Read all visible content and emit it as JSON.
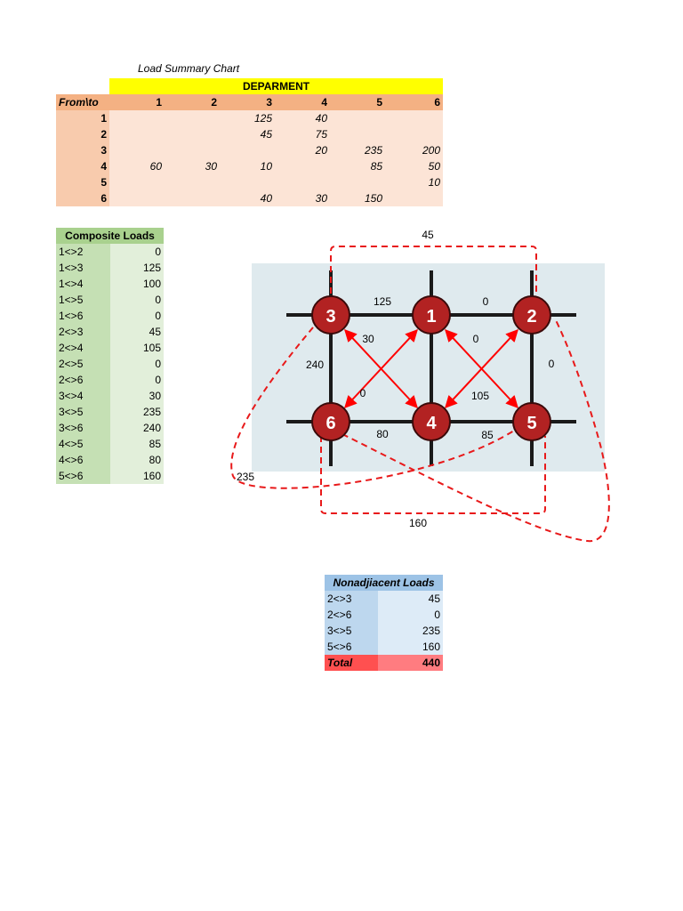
{
  "load_summary": {
    "title": "Load Summary Chart",
    "dept_header": "DEPARMENT",
    "from_to_label": "From\\to",
    "columns": [
      "1",
      "2",
      "3",
      "4",
      "5",
      "6"
    ],
    "rows": [
      {
        "label": "1",
        "cells": [
          "",
          "",
          "125",
          "40",
          "",
          ""
        ]
      },
      {
        "label": "2",
        "cells": [
          "",
          "",
          "45",
          "75",
          "",
          ""
        ]
      },
      {
        "label": "3",
        "cells": [
          "",
          "",
          "",
          "20",
          "235",
          "200"
        ]
      },
      {
        "label": "4",
        "cells": [
          "60",
          "30",
          "10",
          "",
          "85",
          "50"
        ]
      },
      {
        "label": "5",
        "cells": [
          "",
          "",
          "",
          "",
          "",
          "10"
        ]
      },
      {
        "label": "6",
        "cells": [
          "",
          "",
          "40",
          "30",
          "150",
          ""
        ]
      }
    ]
  },
  "composite_loads": {
    "title": "Composite Loads",
    "rows": [
      {
        "pair": "1<>2",
        "value": "0"
      },
      {
        "pair": "1<>3",
        "value": "125"
      },
      {
        "pair": "1<>4",
        "value": "100"
      },
      {
        "pair": "1<>5",
        "value": "0"
      },
      {
        "pair": "1<>6",
        "value": "0"
      },
      {
        "pair": "2<>3",
        "value": "45"
      },
      {
        "pair": "2<>4",
        "value": "105"
      },
      {
        "pair": "2<>5",
        "value": "0"
      },
      {
        "pair": "2<>6",
        "value": "0"
      },
      {
        "pair": "3<>4",
        "value": "30"
      },
      {
        "pair": "3<>5",
        "value": "235"
      },
      {
        "pair": "3<>6",
        "value": "240"
      },
      {
        "pair": "4<>5",
        "value": "85"
      },
      {
        "pair": "4<>6",
        "value": "80"
      },
      {
        "pair": "5<>6",
        "value": "160"
      }
    ]
  },
  "layout_diagram": {
    "nodes": [
      "3",
      "1",
      "2",
      "6",
      "4",
      "5"
    ],
    "labels": {
      "top_dashed": "45",
      "edge_3_1": "125",
      "edge_1_2": "0",
      "diag_3_4": "30",
      "diag_6_1": "0",
      "diag_1_5_top": "0",
      "diag_2_4": "105",
      "edge_3_6": "240",
      "edge_2_5": "0",
      "edge_6_4": "80",
      "edge_4_5": "85",
      "curve_3_5": "235",
      "bottom_dashed": "160"
    },
    "colors": {
      "node_fill": "#b22222",
      "arrow": "#ff0000",
      "dashed": "#e8191a",
      "panel": "#dfeaee"
    }
  },
  "nonadjacent_loads": {
    "title": "Nonadjiacent Loads",
    "rows": [
      {
        "pair": "2<>3",
        "value": "45"
      },
      {
        "pair": "2<>6",
        "value": "0"
      },
      {
        "pair": "3<>5",
        "value": "235"
      },
      {
        "pair": "5<>6",
        "value": "160"
      }
    ],
    "total_label": "Total",
    "total_value": "440"
  }
}
